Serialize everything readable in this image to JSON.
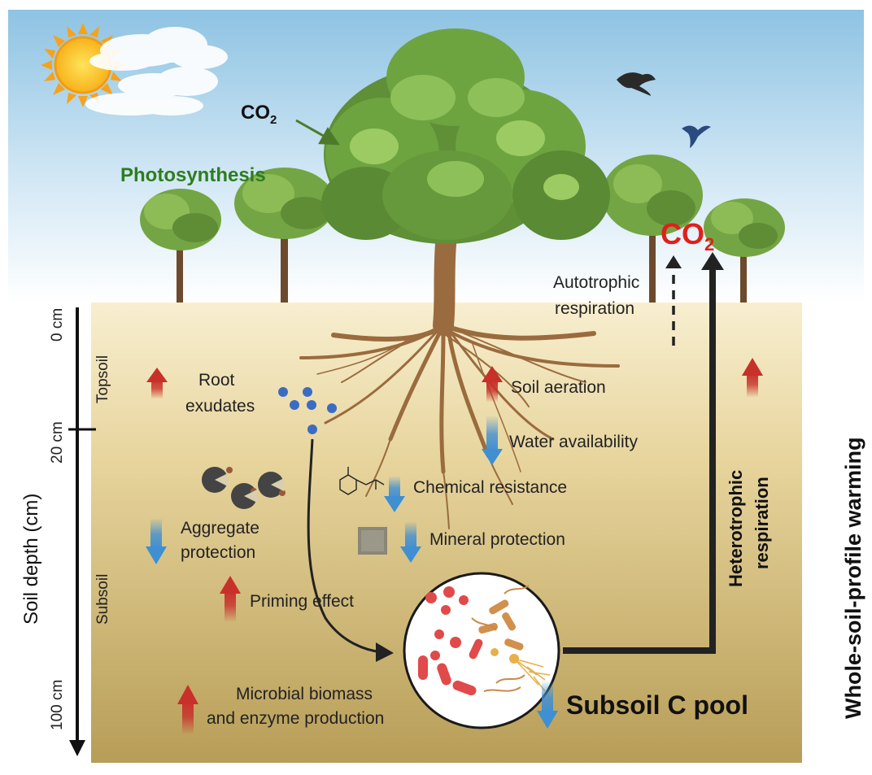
{
  "labels": {
    "co2_top": "CO",
    "co2_sub": "2",
    "photosynthesis": "Photosynthesis",
    "co2_right": "CO",
    "co2_right_sub": "2",
    "autotrophic_1": "Autotrophic",
    "autotrophic_2": "respiration",
    "heterotrophic_1": "Heterotrophic",
    "heterotrophic_2": "respiration",
    "whole_soil": "Whole-soil-profile warming",
    "depth_axis": "Soil depth (cm)",
    "depth_0": "0 cm",
    "depth_20": "20 cm",
    "depth_100": "100 cm",
    "topsoil": "Topsoil",
    "subsoil": "Subsoil",
    "root_exudates_1": "Root",
    "root_exudates_2": "exudates",
    "soil_aeration": "Soil aeration",
    "water_availability": "Water availability",
    "chemical_resistance": "Chemical resistance",
    "mineral_protection": "Mineral protection",
    "aggregate_1": "Aggregate",
    "aggregate_2": "protection",
    "priming_effect": "Priming effect",
    "microbial_1": "Microbial biomass",
    "microbial_2": "and enzyme production",
    "subsoil_c_pool": "Subsoil C pool"
  },
  "colors": {
    "sky_top": "#8ec3e3",
    "soil_top": "#f7ecc8",
    "soil_bottom": "#b9a05a",
    "increase_arrow": "#c8302a",
    "decrease_arrow": "#3f8fd2",
    "photosynthesis_text": "#2e7d1e",
    "co2_red": "#e0201b"
  },
  "effects": [
    {
      "name": "Root exudates",
      "direction": "increase"
    },
    {
      "name": "Soil aeration",
      "direction": "increase"
    },
    {
      "name": "Water availability",
      "direction": "decrease"
    },
    {
      "name": "Chemical resistance",
      "direction": "decrease"
    },
    {
      "name": "Mineral protection",
      "direction": "decrease"
    },
    {
      "name": "Aggregate protection",
      "direction": "decrease"
    },
    {
      "name": "Priming effect",
      "direction": "increase"
    },
    {
      "name": "Microbial biomass and enzyme production",
      "direction": "increase"
    },
    {
      "name": "Subsoil C pool",
      "direction": "decrease"
    },
    {
      "name": "Heterotrophic respiration",
      "direction": "increase"
    }
  ]
}
